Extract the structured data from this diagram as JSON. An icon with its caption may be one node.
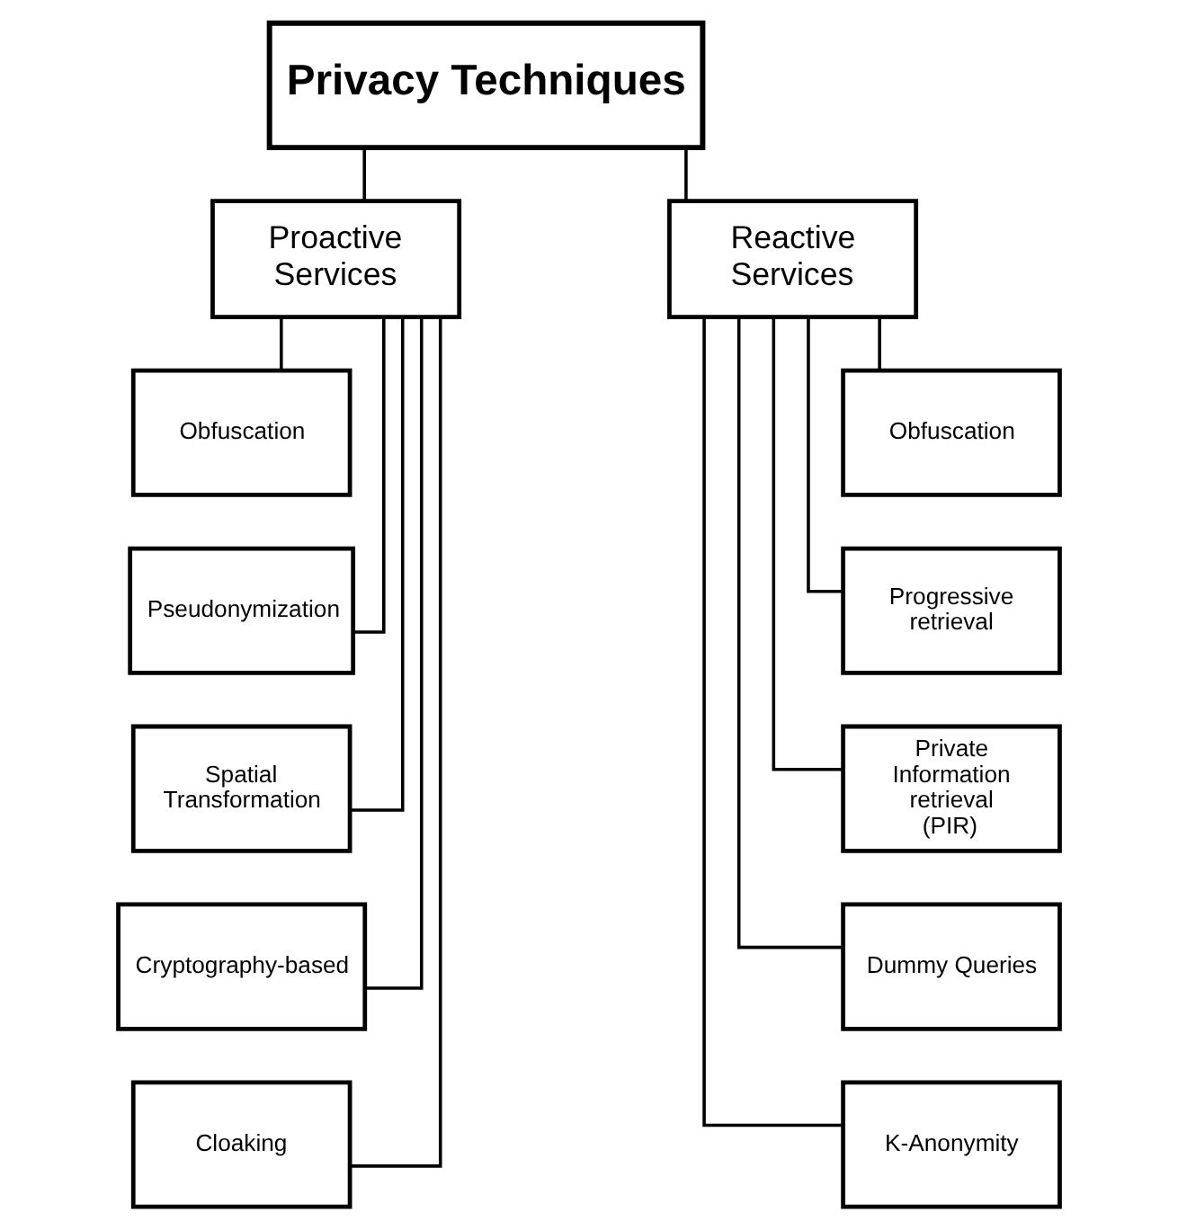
{
  "diagram": {
    "nodes": [
      {
        "text": [
          "Privacy Techniques"
        ]
      },
      {
        "text": [
          "Proactive Services"
        ]
      },
      {
        "text": [
          "Reactive Services"
        ]
      },
      {
        "text": [
          "Obfuscation"
        ]
      },
      {
        "text": [
          "Pseudonymization"
        ]
      },
      {
        "text": [
          "Spatial Transformation"
        ]
      },
      {
        "text": [
          "Cryptography-based"
        ]
      },
      {
        "text": [
          "Cloaking"
        ]
      },
      {
        "text": [
          "Obfuscation"
        ]
      },
      {
        "text": [
          "Progressive retrieval"
        ]
      },
      {
        "text": [
          "Private Information retrieval (PIR)"
        ]
      },
      {
        "text": [
          "Dummy Queries"
        ]
      },
      {
        "text": [
          "K-Anonymity"
        ]
      }
    ],
    "edges": [
      {
        "from": 0,
        "to": 1,
        "arrow": "none"
      },
      {
        "from": 0,
        "to": 2,
        "arrow": "none"
      },
      {
        "from": 1,
        "to": 3,
        "arrow": "none"
      },
      {
        "from": 1,
        "to": 4,
        "arrow": "none"
      },
      {
        "from": 1,
        "to": 5,
        "arrow": "none"
      },
      {
        "from": 1,
        "to": 6,
        "arrow": "none"
      },
      {
        "from": 1,
        "to": 7,
        "arrow": "none"
      },
      {
        "from": 2,
        "to": 8,
        "arrow": "none"
      },
      {
        "from": 2,
        "to": 9,
        "arrow": "none"
      },
      {
        "from": 2,
        "to": 10,
        "arrow": "none"
      },
      {
        "from": 2,
        "to": 11,
        "arrow": "none"
      },
      {
        "from": 2,
        "to": 12,
        "arrow": "none"
      }
    ]
  }
}
